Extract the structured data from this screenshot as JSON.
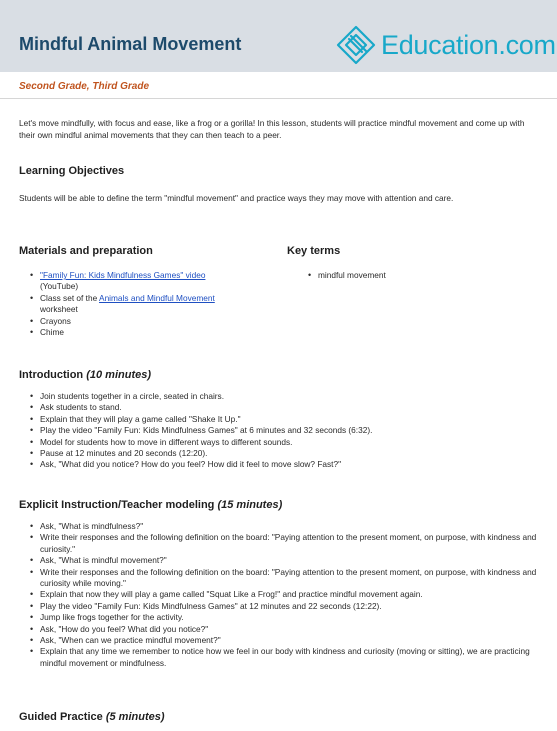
{
  "header": {
    "title": "Mindful Animal Movement",
    "logo_text": "Education.com",
    "logo_icon": "education-logo-icon",
    "brand_color": "#18a8c9",
    "bar_color": "#d9dee4"
  },
  "grades": "Second Grade, Third Grade",
  "intro_text": "Let's move mindfully, with focus and ease, like a frog or a gorilla! In this lesson, students will practice mindful movement and come up with their own mindful animal movements that they can then teach to a peer.",
  "learning_objectives": {
    "heading": "Learning Objectives",
    "text": "Students will be able to define the term \"mindful movement\" and practice ways they may move with attention and care."
  },
  "materials": {
    "heading": "Materials and preparation",
    "item1_link": "\"Family Fun: Kids Mindfulness Games\" video",
    "item1_note": "(YouTube)",
    "item2_prefix": "Class set of the ",
    "item2_link": "Animals and Mindful Movement",
    "item2_suffix": "worksheet",
    "item3": "Crayons",
    "item4": "Chime"
  },
  "key_terms": {
    "heading": "Key terms",
    "items": [
      "mindful movement"
    ]
  },
  "introduction": {
    "heading": "Introduction",
    "time": "(10 minutes)",
    "items": [
      "Join students together in a circle, seated in chairs.",
      "Ask students to stand.",
      "Explain that they will play a game called \"Shake It Up.\"",
      "Play the video \"Family Fun: Kids Mindfulness Games\" at 6 minutes and 32 seconds (6:32).",
      "Model for students how to move in different ways to different sounds.",
      "Pause at 12 minutes and 20 seconds (12:20).",
      "Ask, \"What did you notice? How do you feel? How did it feel to move slow? Fast?\""
    ]
  },
  "explicit": {
    "heading": "Explicit Instruction/Teacher modeling",
    "time": "(15 minutes)",
    "items": [
      "Ask, \"What is mindfulness?\"",
      "Write their responses and the following definition on the board: \"Paying attention to the present moment, on purpose, with kindness and curiosity.\"",
      "Ask, \"What is mindful movement?\"",
      "Write their responses and the following definition on the board: \"Paying attention to the present moment, on purpose, with kindness and curiosity while moving.\"",
      "Explain that now they will play a game called \"Squat Like a Frog!\" and practice mindful movement again.",
      "Play the video \"Family Fun: Kids Mindfulness Games\" at 12 minutes and 22 seconds (12:22).",
      "Jump like frogs together for the activity.",
      "Ask, \"How do you feel? What did you notice?\"",
      "Ask, \"When can we practice mindful movement?\"",
      "Explain that any time we remember to notice how we feel in our body with kindness and curiosity (moving or sitting), we are practicing mindful movement or mindfulness."
    ]
  },
  "guided": {
    "heading": "Guided Practice",
    "time": "(5 minutes)"
  }
}
